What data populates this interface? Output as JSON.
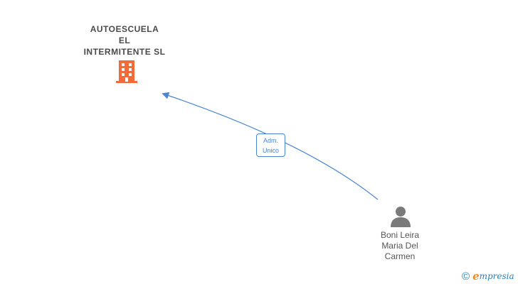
{
  "company": {
    "name_lines": [
      "AUTOESCUELA",
      "EL",
      "INTERMITENTE SL"
    ],
    "icon": "building-icon",
    "color": "#f26b3a"
  },
  "person": {
    "name_lines": [
      "Boni Leira",
      "Maria Del",
      "Carmen"
    ],
    "icon": "person-icon",
    "color": "#7a7a7a"
  },
  "relation": {
    "role_lines": [
      "Adm.",
      "Unico"
    ],
    "color": "#4a86d0"
  },
  "watermark": {
    "copyright": "©",
    "brand_initial": "e",
    "brand_rest": "mpresia"
  }
}
